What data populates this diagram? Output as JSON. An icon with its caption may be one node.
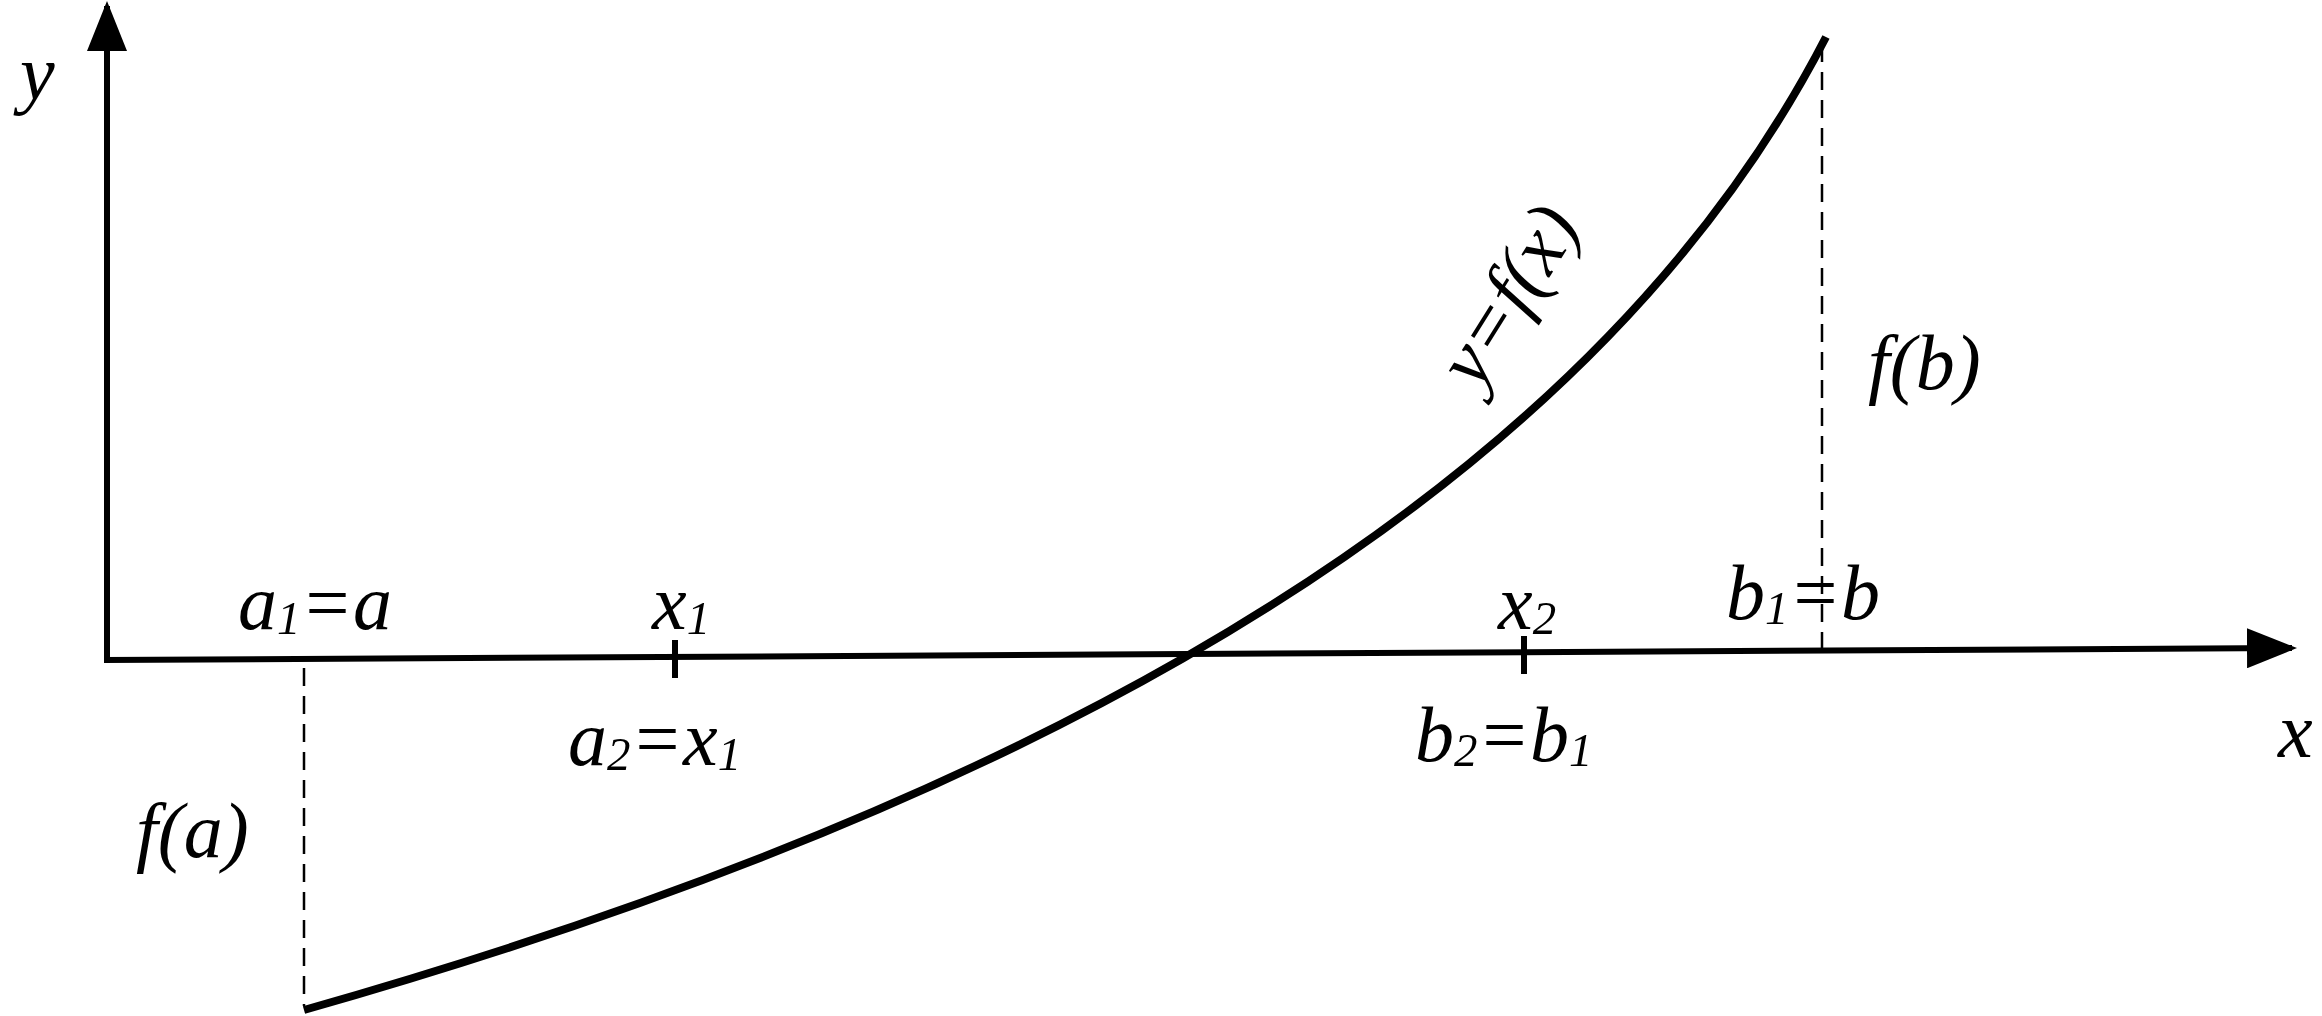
{
  "diagram": {
    "labels": [
      "y",
      "y=f(x)",
      "f(b)",
      "a$_{1}$=a",
      "x$_{1}$",
      "x$_{2}$",
      "b$_{1}$=b",
      "x",
      "a$_{2}$=x$_{1}$",
      "b$_{2}$=b$_{1}$",
      "f(a)"
    ]
  }
}
